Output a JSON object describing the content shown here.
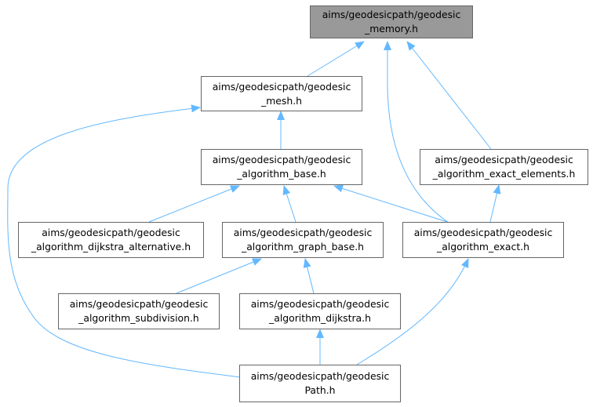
{
  "colors": {
    "edge": "#63b8ff",
    "border": "#666666",
    "current_fill": "#999999",
    "node_fill": "#ffffff"
  },
  "nodes": {
    "geodesic_memory": {
      "line1": "aims/geodesicpath/geodesic",
      "line2": "_memory.h"
    },
    "geodesic_mesh": {
      "line1": "aims/geodesicpath/geodesic",
      "line2": "_mesh.h"
    },
    "algorithm_base": {
      "line1": "aims/geodesicpath/geodesic",
      "line2": "_algorithm_base.h"
    },
    "exact_elements": {
      "line1": "aims/geodesicpath/geodesic",
      "line2": "_algorithm_exact_elements.h"
    },
    "dijkstra_alt": {
      "line1": "aims/geodesicpath/geodesic",
      "line2": "_algorithm_dijkstra_alternative.h"
    },
    "graph_base": {
      "line1": "aims/geodesicpath/geodesic",
      "line2": "_algorithm_graph_base.h"
    },
    "algorithm_exact": {
      "line1": "aims/geodesicpath/geodesic",
      "line2": "_algorithm_exact.h"
    },
    "subdivision": {
      "line1": "aims/geodesicpath/geodesic",
      "line2": "_algorithm_subdivision.h"
    },
    "dijkstra": {
      "line1": "aims/geodesicpath/geodesic",
      "line2": "_algorithm_dijkstra.h"
    },
    "geodesic_path": {
      "line1": "aims/geodesicpath/geodesic",
      "line2": "Path.h"
    }
  },
  "edges": [
    {
      "from": "geodesic_mesh",
      "to": "geodesic_memory"
    },
    {
      "from": "algorithm_exact",
      "to": "geodesic_memory"
    },
    {
      "from": "exact_elements",
      "to": "geodesic_memory"
    },
    {
      "from": "algorithm_base",
      "to": "geodesic_mesh"
    },
    {
      "from": "geodesic_path",
      "to": "geodesic_mesh"
    },
    {
      "from": "dijkstra_alt",
      "to": "algorithm_base"
    },
    {
      "from": "graph_base",
      "to": "algorithm_base"
    },
    {
      "from": "algorithm_exact",
      "to": "algorithm_base"
    },
    {
      "from": "algorithm_exact",
      "to": "exact_elements"
    },
    {
      "from": "subdivision",
      "to": "graph_base"
    },
    {
      "from": "dijkstra",
      "to": "graph_base"
    },
    {
      "from": "geodesic_path",
      "to": "algorithm_exact"
    },
    {
      "from": "geodesic_path",
      "to": "dijkstra"
    }
  ]
}
